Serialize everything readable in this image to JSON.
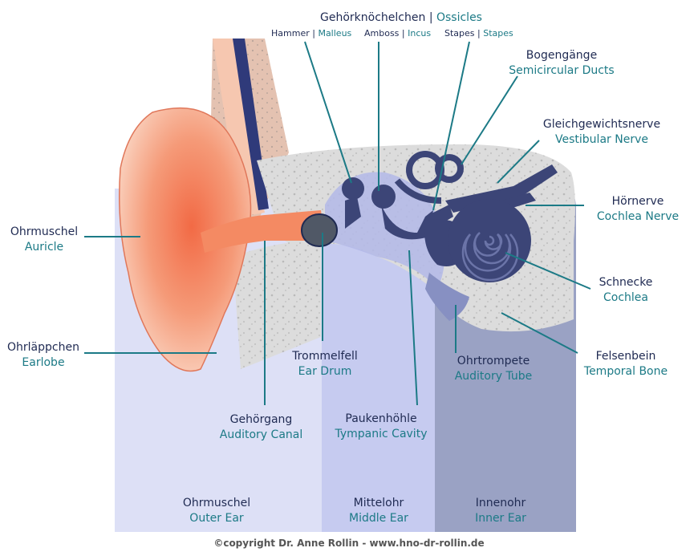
{
  "labels": {
    "ossicles": {
      "de": "Gehörknöchelchen",
      "sep": "|",
      "en": "Ossicles"
    },
    "hammer": {
      "de": "Hammer",
      "sep": "|",
      "en": "Malleus"
    },
    "amboss": {
      "de": "Amboss",
      "sep": "|",
      "en": "Incus"
    },
    "stapes": {
      "de": "Stapes",
      "sep": "|",
      "en": "Stapes"
    },
    "semicircular": {
      "de": "Bogengänge",
      "en": "Semicircular Ducts"
    },
    "vestibular": {
      "de": "Gleichgewichtsnerve",
      "en": "Vestibular Nerve"
    },
    "cochlea_nerve": {
      "de": "Hörnerve",
      "en": "Cochlea Nerve"
    },
    "auricle": {
      "de": "Ohrmuschel",
      "en": "Auricle"
    },
    "cochlea": {
      "de": "Schnecke",
      "en": "Cochlea"
    },
    "earlobe": {
      "de": "Ohrläppchen",
      "en": "Earlobe"
    },
    "ear_drum": {
      "de": "Trommelfell",
      "en": "Ear Drum"
    },
    "temporal_bone": {
      "de": "Felsenbein",
      "en": "Temporal Bone"
    },
    "auditory_tube": {
      "de": "Ohrtrompete",
      "en": "Auditory Tube"
    },
    "auditory_canal": {
      "de": "Gehörgang",
      "en": "Auditory Canal"
    },
    "tympanic_cavity": {
      "de": "Paukenhöhle",
      "en": "Tympanic Cavity"
    }
  },
  "zones": {
    "outer": {
      "de": "Ohrmuschel",
      "en": "Outer Ear"
    },
    "middle": {
      "de": "Mittelohr",
      "en": "Middle Ear"
    },
    "inner": {
      "de": "Innenohr",
      "en": "Inner Ear"
    }
  },
  "copyright": "©copyright Dr. Anne Rollin - www.hno-dr-rollin.de",
  "colors": {
    "label_de": "#1f2a52",
    "label_en": "#1c7a86",
    "leader_line": "#1c7a86",
    "outer_zone": "#dde0f6",
    "middle_zone": "#c6cbf0",
    "inner_zone": "#9aa2c4",
    "bone": "#d8d8d8",
    "skin": "#f7b89a",
    "ossicle": "#3c4577"
  }
}
